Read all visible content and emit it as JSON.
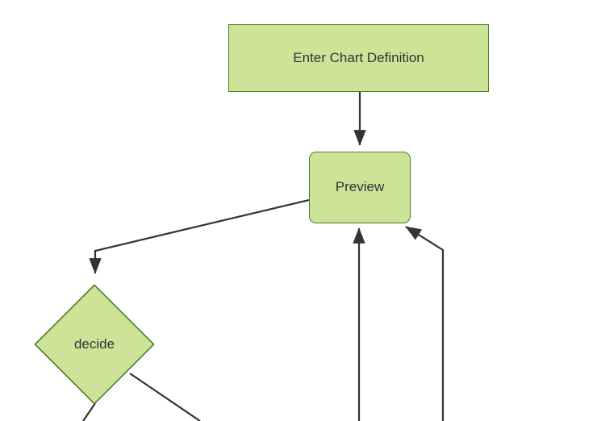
{
  "diagram": {
    "type": "flowchart",
    "orientation": "top-down",
    "background_color": "#ffffff",
    "node_fill_color": "#cde498",
    "node_stroke_color": "#49802a",
    "edge_color": "#333333",
    "text_color": "#333333",
    "nodes": [
      {
        "id": "enter-chart-definition",
        "label": "Enter Chart Definition",
        "shape": "rectangle"
      },
      {
        "id": "preview",
        "label": "Preview",
        "shape": "rounded-rectangle"
      },
      {
        "id": "decide",
        "label": "decide",
        "shape": "diamond"
      }
    ],
    "edges": [
      {
        "id": "edge-enter-to-preview",
        "from": "enter-chart-definition",
        "to": "preview",
        "label": ""
      },
      {
        "id": "edge-preview-to-decide",
        "from": "preview",
        "to": "decide",
        "label": ""
      },
      {
        "id": "edge-bottom-center-to-preview",
        "from": "",
        "to": "preview",
        "label": ""
      },
      {
        "id": "edge-bottom-right-to-preview",
        "from": "",
        "to": "preview",
        "label": ""
      },
      {
        "id": "edge-decide-bottom-left",
        "from": "decide",
        "to": "",
        "label": ""
      },
      {
        "id": "edge-decide-bottom-right",
        "from": "decide",
        "to": "",
        "label": ""
      }
    ]
  }
}
